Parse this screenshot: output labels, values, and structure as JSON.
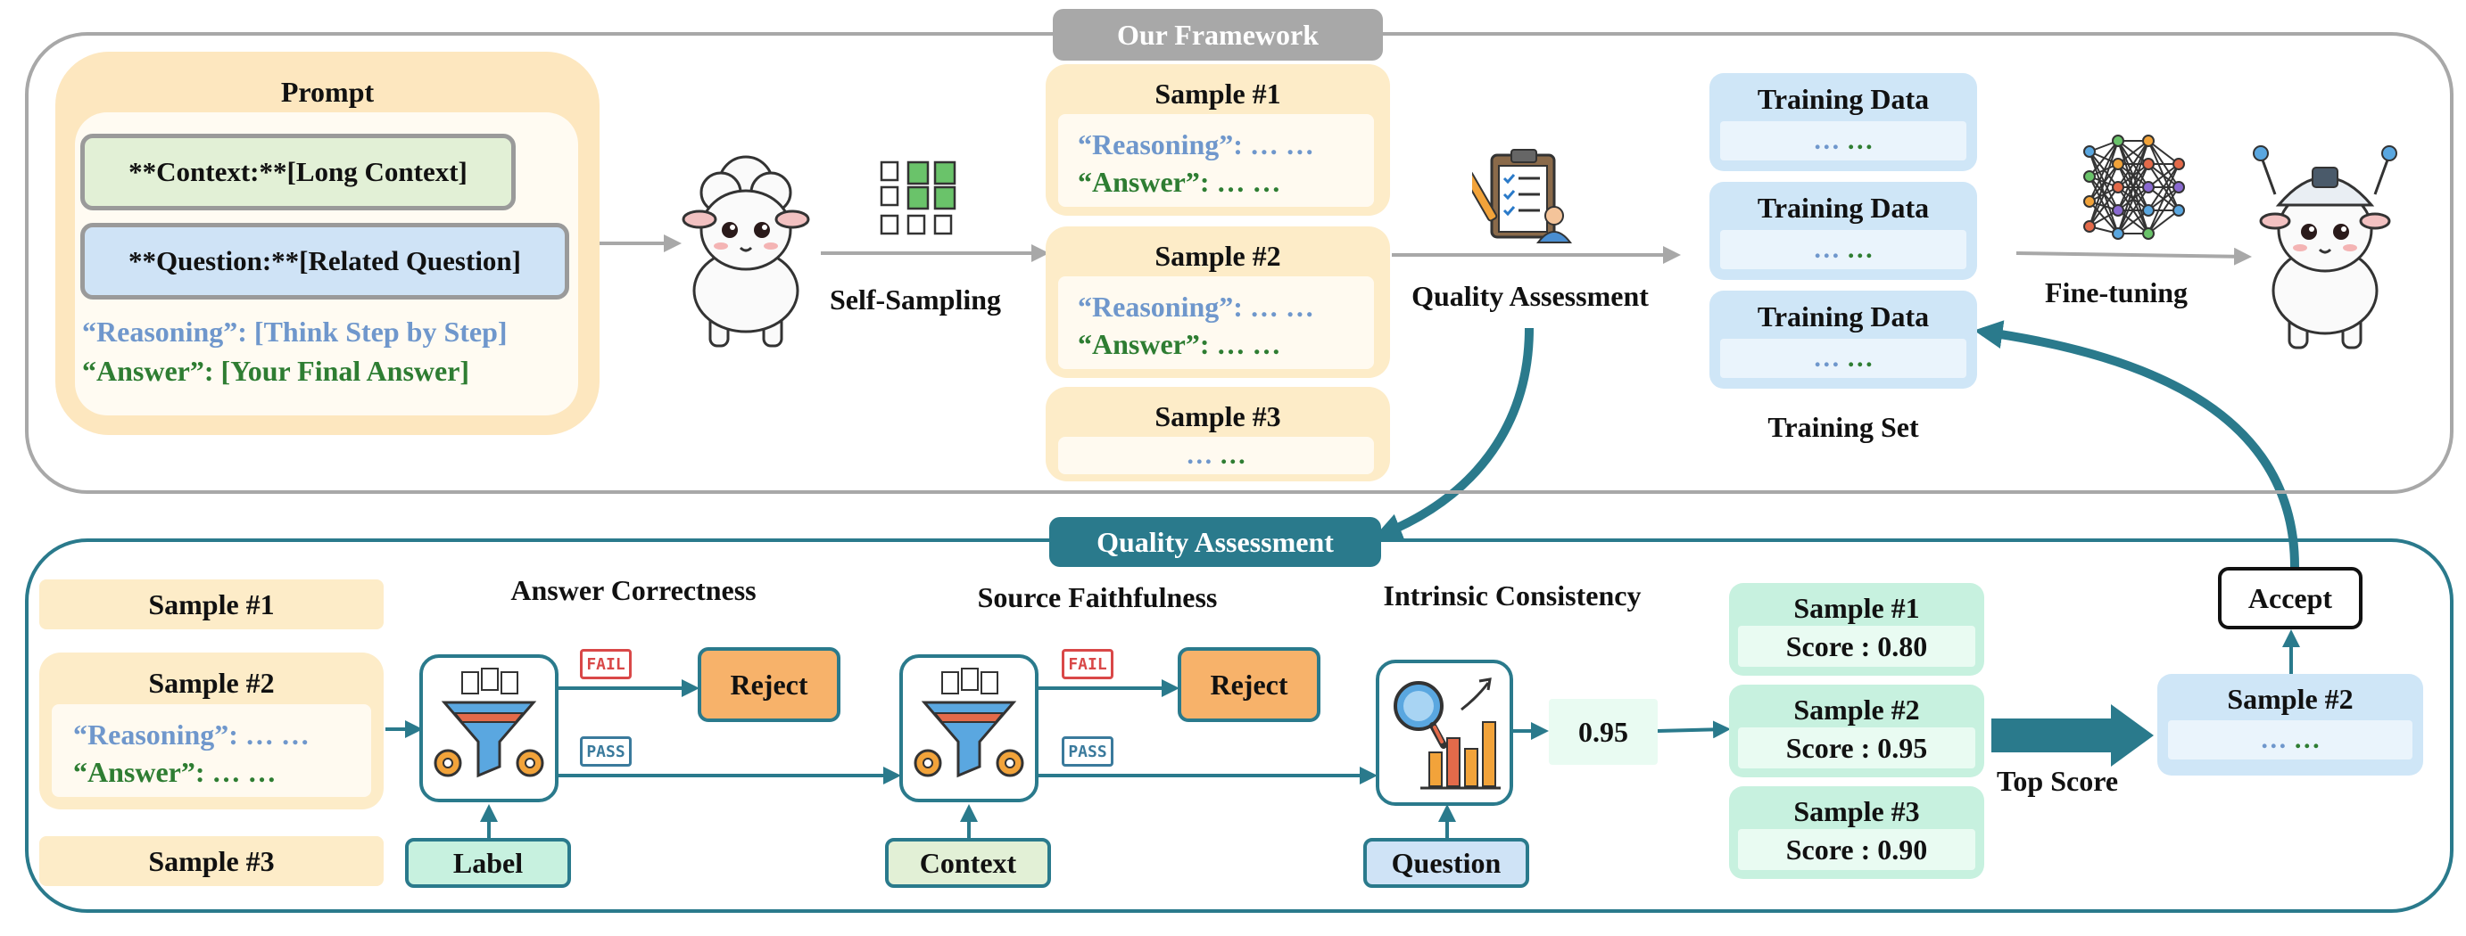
{
  "framework": {
    "title": "Our Framework",
    "prompt": {
      "title": "Prompt",
      "context": "**Context:**[Long Context]",
      "question": "**Question:**[Related Question]",
      "reasoning_line": "“Reasoning”: [Think Step by Step]",
      "answer_line": "“Answer”: [Your Final Answer]"
    },
    "self_sampling_label": "Self-Sampling",
    "samples": [
      {
        "title": "Sample #1",
        "reasoning": "“Reasoning”: … …",
        "answer": "“Answer”: … …"
      },
      {
        "title": "Sample #2",
        "reasoning": "“Reasoning”: … …",
        "answer": "“Answer”: … …"
      },
      {
        "title": "Sample #3",
        "dots_blue": "…",
        "dots_green": "…"
      }
    ],
    "quality_assessment_label": "Quality Assessment",
    "training_data": [
      {
        "title": "Training Data",
        "dots_blue": "…",
        "dots_green": "…"
      },
      {
        "title": "Training Data",
        "dots_blue": "…",
        "dots_green": "…"
      },
      {
        "title": "Training Data",
        "dots_blue": "…",
        "dots_green": "…"
      }
    ],
    "training_set_label": "Training Set",
    "fine_tuning_label": "Fine-tuning"
  },
  "qa": {
    "title": "Quality Assessment",
    "samples_left": {
      "s1": "Sample #1",
      "s2": {
        "title": "Sample #2",
        "reasoning": "“Reasoning”: … …",
        "answer": "“Answer”: … …"
      },
      "s3": "Sample #3"
    },
    "answer_correctness": {
      "title": "Answer Correctness",
      "reject": "Reject",
      "input": "Label"
    },
    "source_faithfulness": {
      "title": "Source Faithfulness",
      "reject": "Reject",
      "input": "Context"
    },
    "intrinsic_consistency": {
      "title": "Intrinsic Consistency",
      "input": "Question",
      "value": "0.95"
    },
    "fail_badge": "FAIL",
    "pass_badge": "PASS",
    "scores": [
      {
        "title": "Sample #1",
        "score": "Score : 0.80"
      },
      {
        "title": "Sample #2",
        "score": "Score : 0.95"
      },
      {
        "title": "Sample #3",
        "score": "Score : 0.90"
      }
    ],
    "top_score_label": "Top Score",
    "selected": {
      "title": "Sample #2",
      "dots_blue": "…",
      "dots_green": "…"
    },
    "accept": "Accept"
  },
  "colors": {
    "framework_border": "#a8a8a8",
    "framework_title_bg": "#a8a8a8",
    "qa_border": "#2a7a8c",
    "qa_title_bg": "#2a7a8c",
    "arrow_gray": "#a8a8a8",
    "arrow_teal": "#2a7a8c",
    "sample_bg": "#fdecc8",
    "training_bg": "#cfe6f7",
    "score_bg": "#c7f1df",
    "reject_bg": "#f7b26a",
    "reasoning_text": "#6f97cc",
    "answer_text": "#2e7d32"
  },
  "icons": [
    "llama-icon",
    "sampling-grid-icon",
    "clipboard-checklist-icon",
    "neural-network-icon",
    "tuned-llama-icon",
    "filter-funnel-icon",
    "chart-magnifier-icon"
  ]
}
